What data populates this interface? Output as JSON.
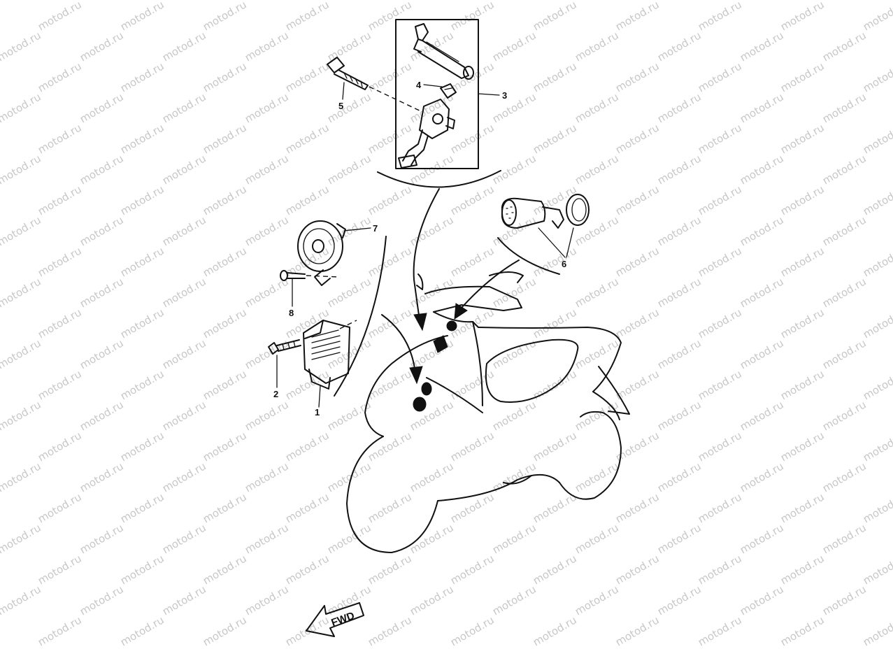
{
  "watermark": {
    "text": "motod.ru",
    "color": "#9a9a9a"
  },
  "callouts": {
    "c1": "1",
    "c2": "2",
    "c3": "3",
    "c4": "4",
    "c5": "5",
    "c6": "6",
    "c7": "7",
    "c8": "8"
  },
  "direction": {
    "label": "FWD"
  },
  "colors": {
    "ink": "#111111",
    "background": "#ffffff"
  }
}
